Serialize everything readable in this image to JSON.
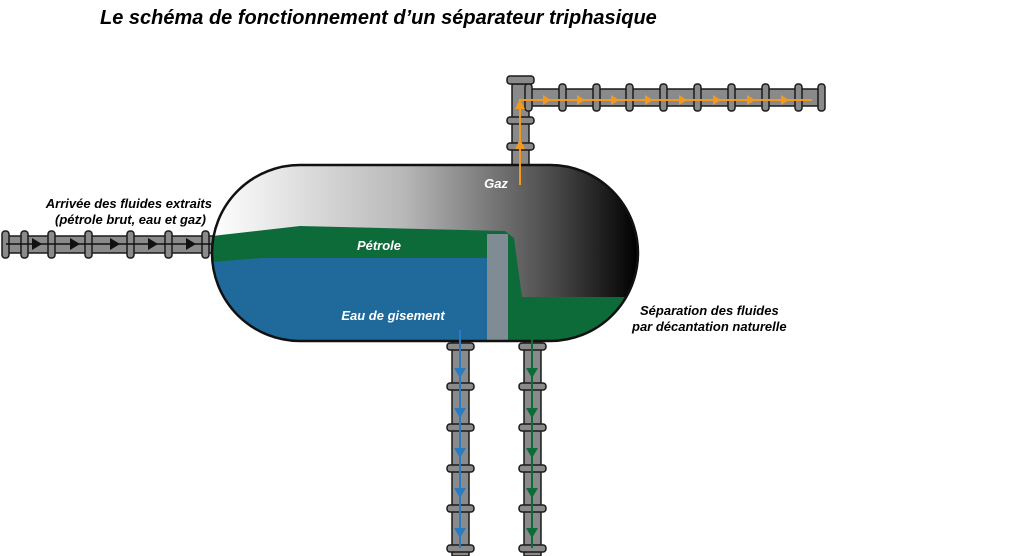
{
  "title": "Le schéma de fonctionnement d’un séparateur triphasique",
  "labels": {
    "inlet_line1": "Arrivée des fluides extraits",
    "inlet_line2": "(pétrole brut, eau et gaz)",
    "gas": "Gaz",
    "oil": "Pétrole",
    "water": "Eau de gisement",
    "separation_line1": "Séparation des fluides",
    "separation_line2": "par décantation naturelle"
  },
  "colors": {
    "pipe": "#8a8a8a",
    "pipe_outline": "#1a1a1a",
    "oil": "#0d6b3a",
    "water": "#1f6a9a",
    "weir": "#7f8c94",
    "gas_arrow": "#f29a1f",
    "water_arrow": "#2a7cc0",
    "oil_arrow": "#0d6b3a",
    "inlet_arrow": "#111111"
  }
}
